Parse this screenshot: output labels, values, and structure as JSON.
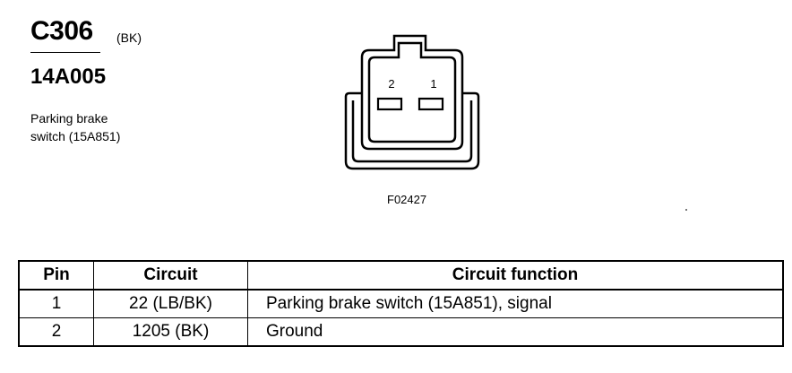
{
  "connector": {
    "id": "C306",
    "color": "(BK)",
    "part_number": "14A005",
    "description_line1": "Parking brake",
    "description_line2": "switch (15A851)",
    "figure_code": "F02427",
    "pin_labels": [
      "2",
      "1"
    ]
  },
  "table": {
    "headers": [
      "Pin",
      "Circuit",
      "Circuit function"
    ],
    "rows": [
      {
        "pin": "1",
        "circuit": "22 (LB/BK)",
        "function": "Parking brake switch (15A851), signal"
      },
      {
        "pin": "2",
        "circuit": "1205 (BK)",
        "function": "Ground"
      }
    ]
  }
}
